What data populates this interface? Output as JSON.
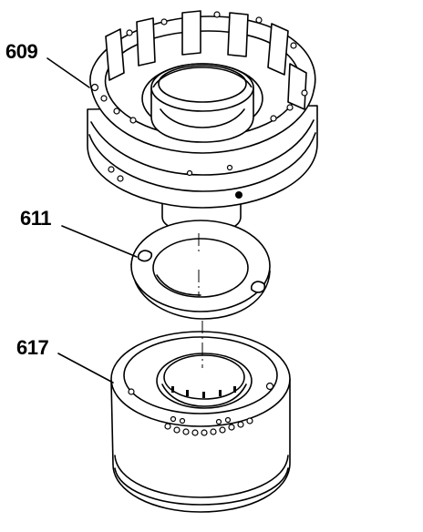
{
  "callouts": {
    "upper": "609",
    "middle": "611",
    "lower": "617"
  },
  "colors": {
    "line": "#000000",
    "background": "#ffffff"
  }
}
